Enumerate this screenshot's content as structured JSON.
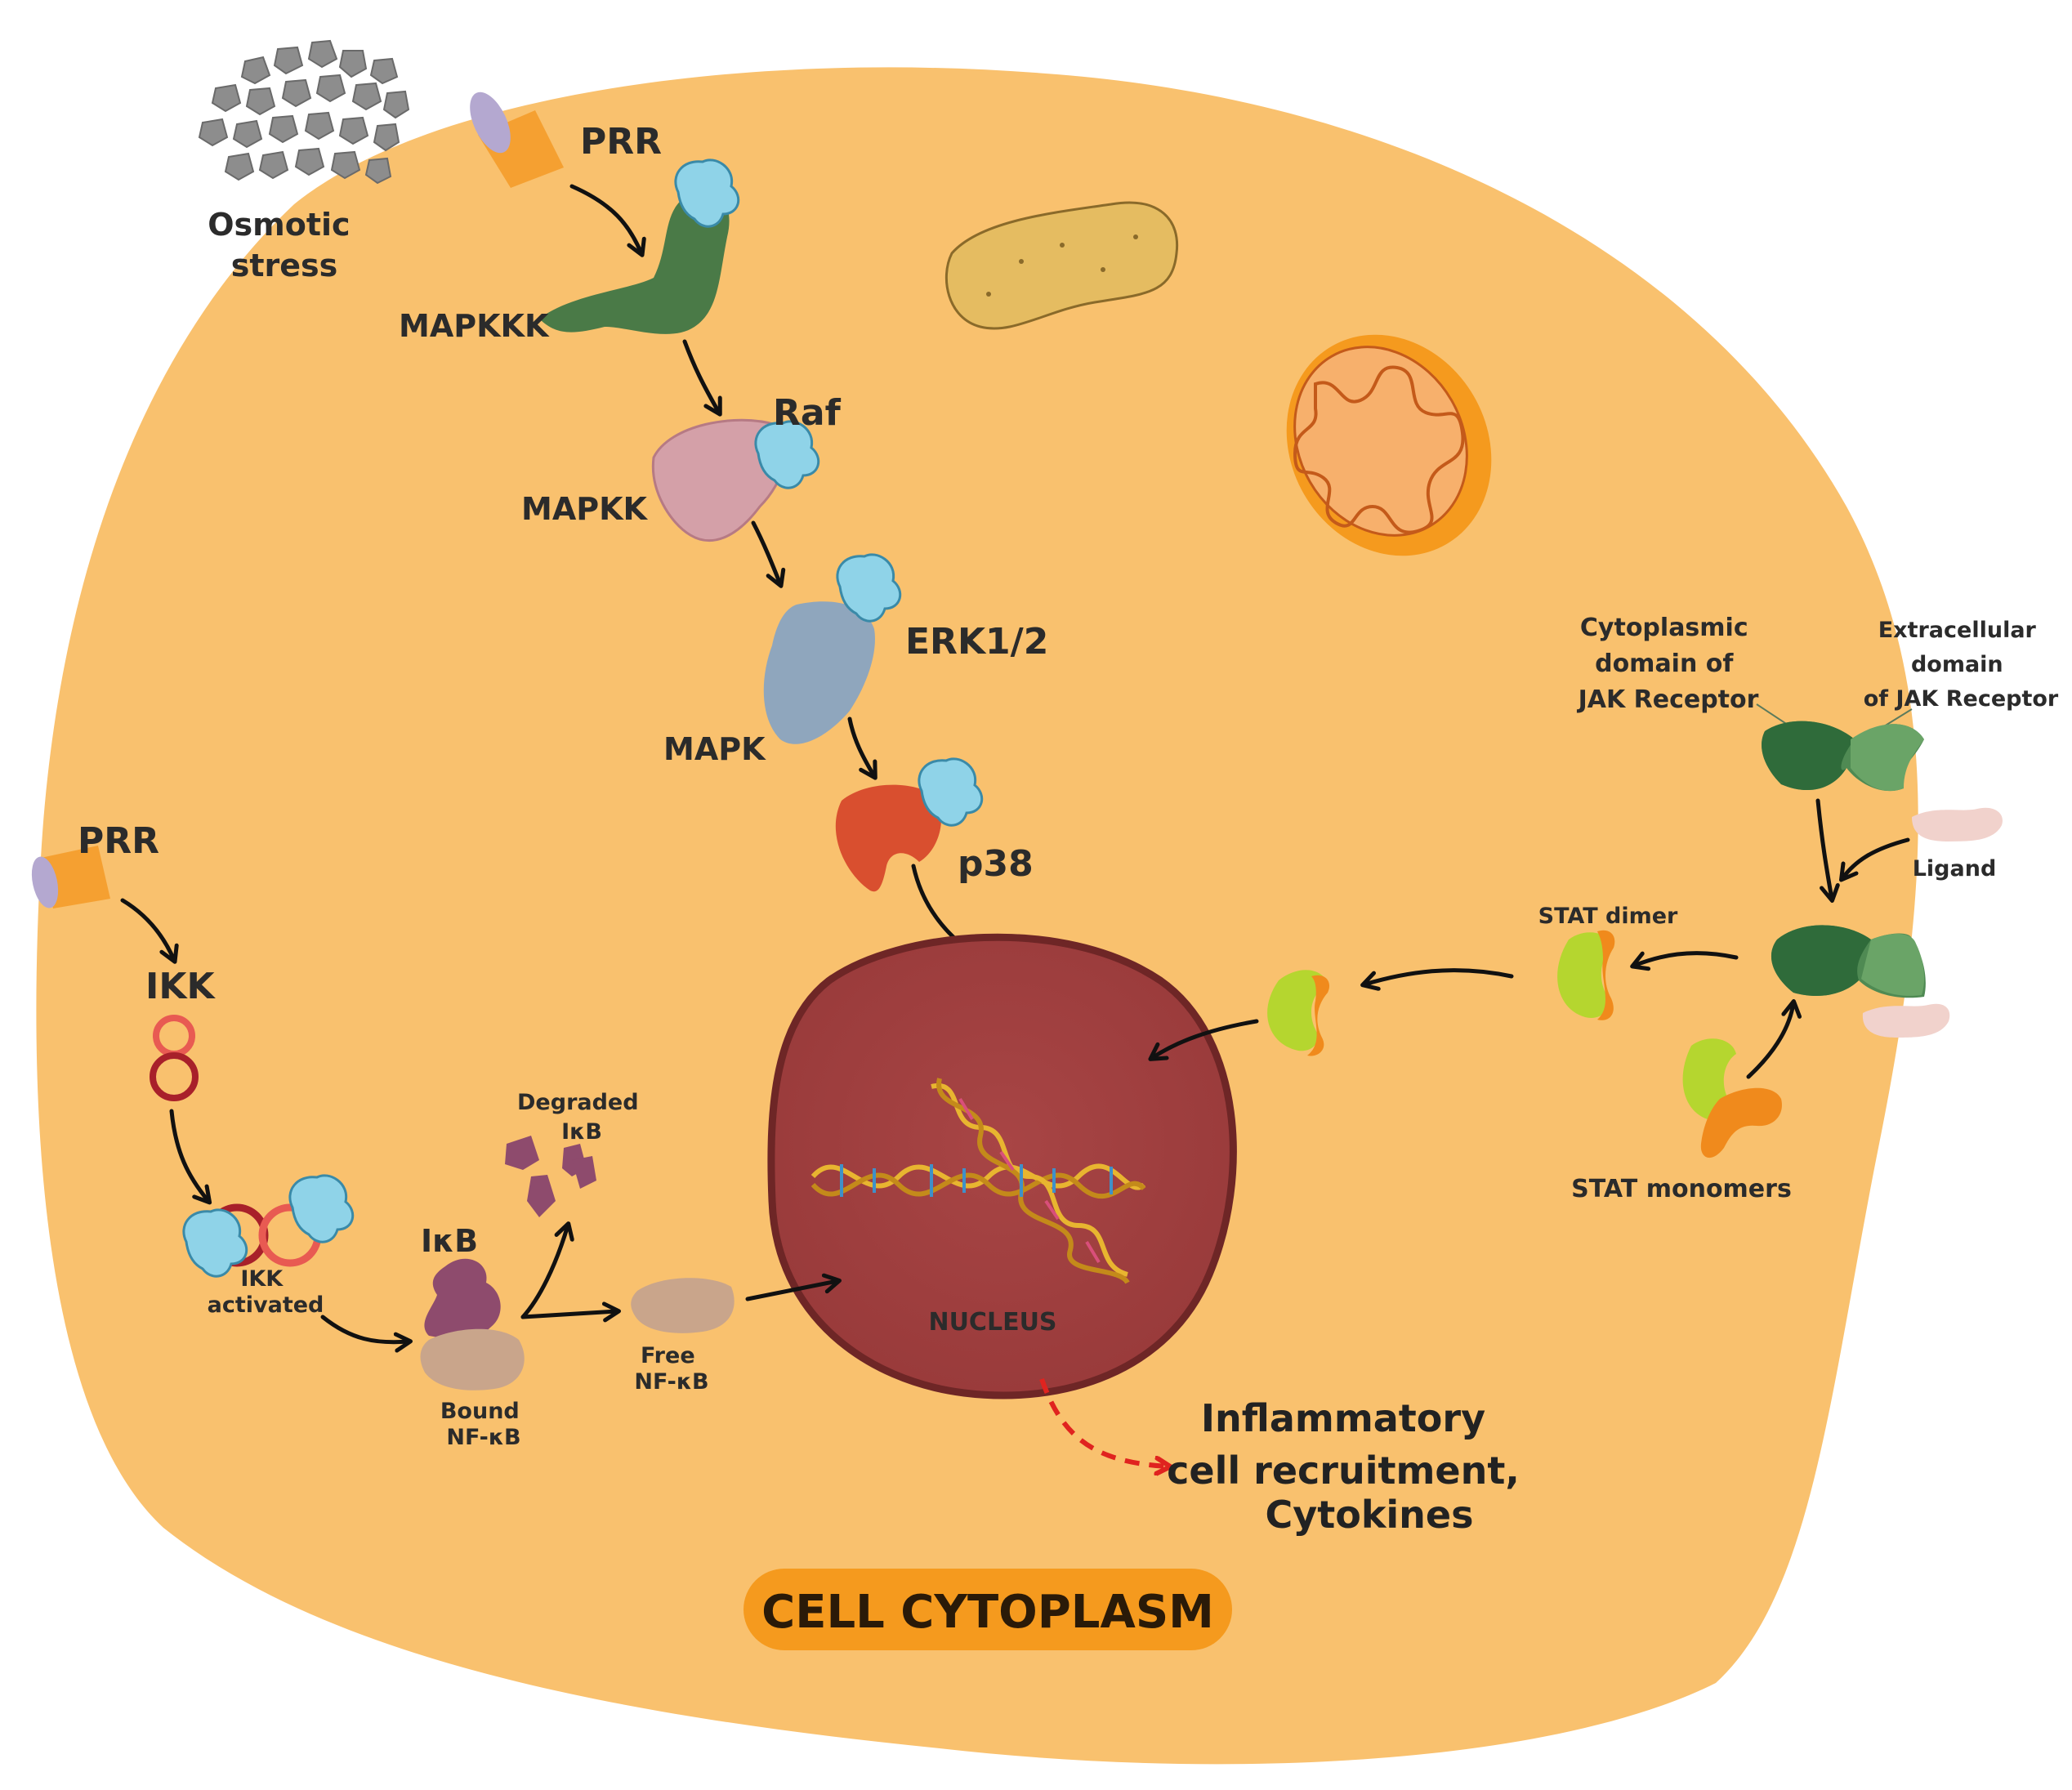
{
  "labels": {
    "osmotic_stress": [
      "Osmotic",
      "stress"
    ],
    "prr_top": "PRR",
    "mapkkk": "MAPKKK",
    "raf": "Raf",
    "mapkk": "MAPKK",
    "erk": "ERK1/2",
    "mapk": "MAPK",
    "p38": "p38",
    "prr_left": "PRR",
    "ikk": "IKK",
    "ikk_activated": [
      "IKK",
      "activated"
    ],
    "ikb": "IκB",
    "degraded_ikb": [
      "Degraded",
      "IκB"
    ],
    "bound_nfkb": [
      "Bound",
      "NF-κB"
    ],
    "free_nfkb": [
      "Free",
      "NF-κB"
    ],
    "nucleus": "NUCLEUS",
    "outcome": [
      "Inflammatory",
      "cell recruitment,",
      "Cytokines"
    ],
    "cell_cytoplasm": "CELL CYTOPLASM",
    "cytoplasmic_domain": [
      "Cytoplasmic",
      "domain of",
      "JAK Receptor"
    ],
    "extracellular_domain": [
      "Extracellular",
      "domain",
      "of JAK Receptor"
    ],
    "ligand": "Ligand",
    "stat_dimer": "STAT dimer",
    "stat_monomers": "STAT monomers"
  },
  "colors": {
    "cell": "#f9c16e",
    "nucleus": "#a04141",
    "nucleus_border": "#6e2626",
    "label_pill": "#f59a1e",
    "mapkkk": "#4a7a47",
    "mapkk": "#d4a0a8",
    "mapk": "#8fa6bd",
    "p38": "#d94f2f",
    "phosphate": "#8fd3e8",
    "ikk": "#c0272d",
    "ikb": "#8e4b6d",
    "nfkb": "#c9a58b",
    "jak": "#4f8a53",
    "stat_green": "#b5d62f",
    "stat_orange": "#f08a1c",
    "dashed_arrow": "#e0231f"
  }
}
